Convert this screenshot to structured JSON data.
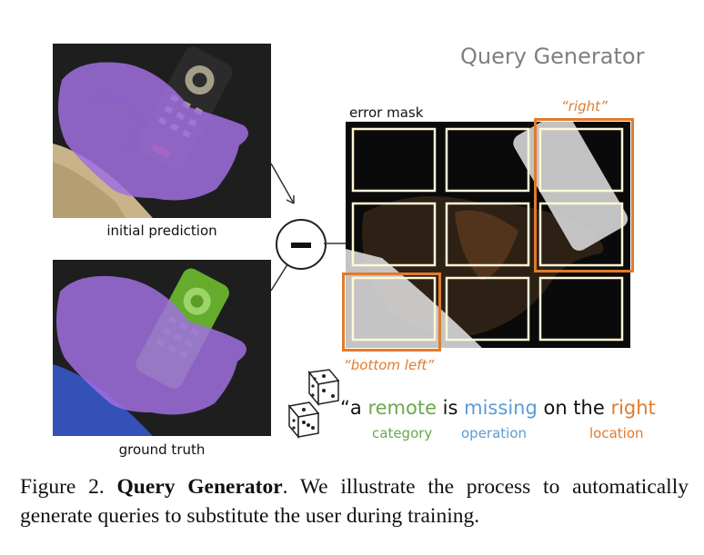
{
  "labels": {
    "initial_prediction": "initial prediction",
    "ground_truth": "ground truth",
    "query_generator_title": "Query Generator",
    "error_mask": "error mask",
    "right_quote": "“right”",
    "bottom_left_quote": "“bottom left”",
    "minus_symbol": "−"
  },
  "query": {
    "open_quote": "“a ",
    "category_word": "remote",
    "is_word": " is ",
    "operation_word": "missing",
    "on_the": " on the ",
    "location_word": "right",
    "category_label": "category",
    "operation_label": "operation",
    "location_label": "location"
  },
  "colors": {
    "category": "#6aa84f",
    "operation": "#5b9bd5",
    "location": "#e07b2c",
    "prediction_mask": "#a06ee0",
    "ground_truth_remote": "#6dbb2e",
    "ground_truth_blanket": "#3557c8",
    "grid_border": "#fff7d6"
  },
  "caption": {
    "prefix": "Figure 2.",
    "bold": "Query Generator",
    "rest": ". We illustrate the process to automatically generate queries to substitute the user during training."
  }
}
